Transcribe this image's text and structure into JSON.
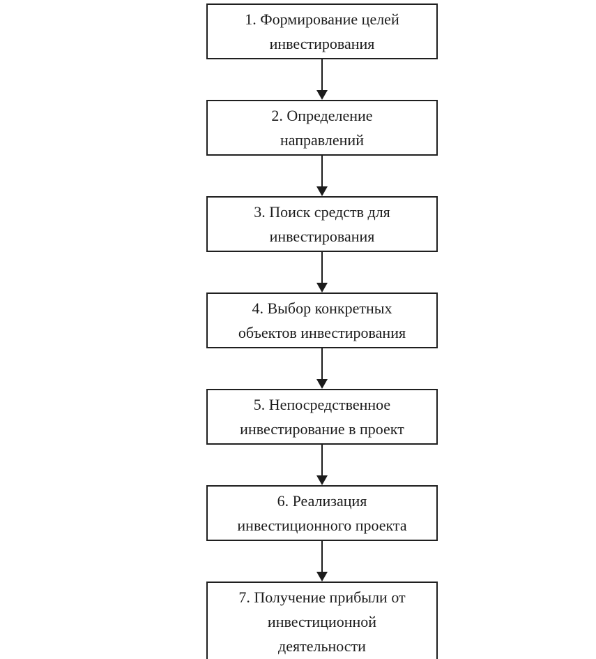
{
  "diagram": {
    "type": "flowchart",
    "direction": "top-to-bottom",
    "language": "ru",
    "colors": {
      "background": "#ffffff",
      "box_fill": "#ffffff",
      "box_border": "#1f1f1f",
      "text": "#1c1c1c",
      "arrow": "#1c1c1c"
    },
    "steps": [
      {
        "id": 1,
        "text": "1. Формирование целей инвестирования",
        "lines": [
          "1. Формирование целей",
          "инвестирования"
        ]
      },
      {
        "id": 2,
        "text": "2. Определение направлений",
        "lines": [
          "2. Определение",
          "направлений"
        ]
      },
      {
        "id": 3,
        "text": "3. Поиск средств для инвестирования",
        "lines": [
          "3. Поиск средств для",
          "инвестирования"
        ]
      },
      {
        "id": 4,
        "text": "4. Выбор конкретных объектов инвестирования",
        "lines": [
          "4. Выбор конкретных",
          "объектов инвестирования"
        ]
      },
      {
        "id": 5,
        "text": "5. Непосредственное инвестирование в проект",
        "lines": [
          "5. Непосредственное",
          "инвестирование в проект"
        ]
      },
      {
        "id": 6,
        "text": "6. Реализация инвестиционного проекта",
        "lines": [
          "6. Реализация",
          "инвестиционного проекта"
        ]
      },
      {
        "id": 7,
        "text": "7. Получение прибыли от инвестиционной деятельности",
        "lines": [
          "7. Получение прибыли от",
          "инвестиционной",
          "деятельности"
        ]
      }
    ]
  }
}
